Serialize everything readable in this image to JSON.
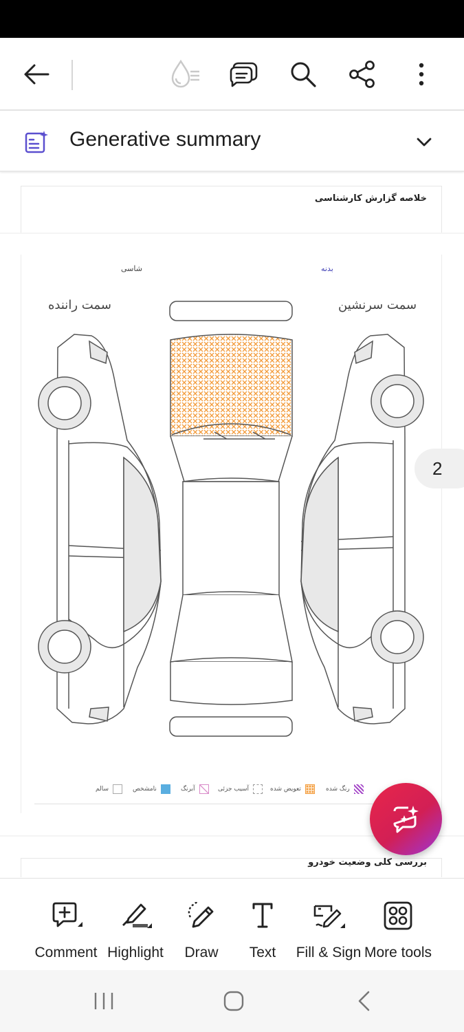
{
  "toolbar": {
    "icons": [
      "back-arrow-icon",
      "read-aloud-icon",
      "comments-icon",
      "search-icon",
      "share-icon",
      "more-options-icon"
    ]
  },
  "summary": {
    "title": "Generative summary",
    "icon": "generative-summary-icon",
    "expand_icon": "chevron-down-icon"
  },
  "document": {
    "section1_title": "خلاصه گزارش کارشناسی",
    "diagram": {
      "label_chassis": "شاسی",
      "label_body": "بدنه",
      "label_driver_side": "سمت راننده",
      "label_passenger_side": "سمت سرنشین"
    },
    "legend": [
      {
        "label": "رنگ شده",
        "swatch": "painted-hatch",
        "color": "#a64ac9"
      },
      {
        "label": "تعویض شده",
        "swatch": "replaced-dots",
        "color": "#f39c3c"
      },
      {
        "label": "آسیب جزئی",
        "swatch": "minor-damage",
        "color": "#9a9a9a"
      },
      {
        "label": "آبرنگ",
        "swatch": "watercolor-hatch",
        "color": "#d98ac9"
      },
      {
        "label": "نامشخص",
        "swatch": "unknown-solid",
        "color": "#5aaee0"
      },
      {
        "label": "سالم",
        "swatch": "healthy-empty",
        "color": "#ffffff"
      }
    ],
    "section2_title": "بررسی کلی وضعیت خودرو",
    "page_number": "2"
  },
  "bottom_tools": [
    {
      "label": "Comment",
      "icon": "comment-add-icon"
    },
    {
      "label": "Highlight",
      "icon": "highlight-icon"
    },
    {
      "label": "Draw",
      "icon": "draw-icon"
    },
    {
      "label": "Text",
      "icon": "text-icon"
    },
    {
      "label": "Fill & Sign",
      "icon": "fill-sign-icon"
    },
    {
      "label": "More tools",
      "icon": "more-tools-icon"
    }
  ],
  "colors": {
    "accent_fab_start": "#e8264a",
    "accent_fab_end": "#9d35d6",
    "summary_icon": "#5b4fcf",
    "replaced_dots": "#f39c3c"
  }
}
